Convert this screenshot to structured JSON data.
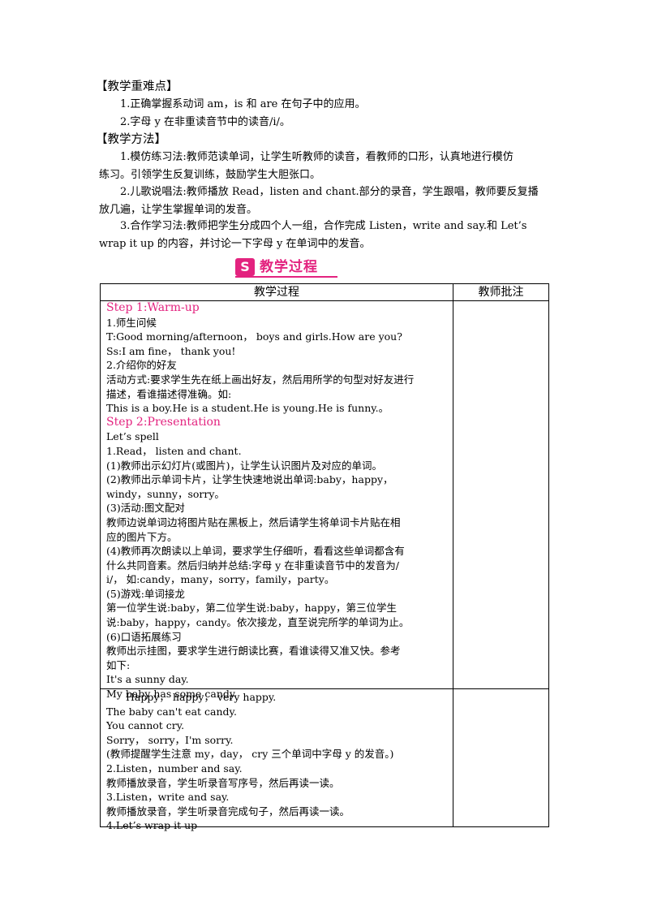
{
  "difficulty": {
    "heading": "【教学重难点】",
    "items": [
      "1.正确掌握系动词 am，is 和 are  在句子中的应用。",
      "2.字母 y 在非重读音节中的读音/i/。"
    ]
  },
  "methods": {
    "heading": "【教学方法】",
    "paragraphs": [
      [
        "1.模仿练习法:教师范读单词，让学生听教师的读音，看教师的口形，认真地进行模仿",
        "练习。引领学生反复训练，鼓励学生大胆张口。"
      ],
      [
        "2.儿歌说唱法:教师播放 Read，listen and chant.部分的录音，学生跟唱，教师要反复播",
        "放几遍，让学生掌握单词的发音。"
      ],
      [
        "3.合作学习法:教师把学生分成四个人一组，合作完成 Listen，write and say.和 Let’s",
        "wrap it up 的内容，并讨论一下字母 y 在单词中的发音。"
      ]
    ]
  },
  "banner": {
    "icon": "S",
    "title": "教学过程",
    "accent": "#e3237f"
  },
  "table": {
    "col1_header": "教学过程",
    "col2_header": "教师批注",
    "row1_lines": [
      "Step 1:Warm-up",
      "1.师生问候",
      "T:Good morning/afternoon，  boys and girls.How are you?",
      "Ss:I am fine，  thank you!",
      "2.介绍你的好友",
      "活动方式:要求学生先在纸上画出好友，然后用所学的句型对好友进行",
      "描述，看谁描述得准确。如:",
      "This is a boy.He is a student.He is young.He is funny.。",
      "Step 2:Presentation",
      "Let’s spell",
      "1.Read，  listen and chant.",
      "(1)教师出示幻灯片(或图片)，让学生认识图片及对应的单词。",
      "(2)教师出示单词卡片，让学生快速地说出单词:baby，happy，",
      "windy，sunny，sorry。",
      "(3)活动:图文配对",
      "教师边说单词边将图片贴在黑板上，然后请学生将单词卡片贴在相",
      "应的图片下方。",
      "(4)教师再次朗读以上单词，要求学生仔细听，看看这些单词都含有",
      "什么共同音素。然后归纳并总结:字母 y 在非重读音节中的发音为/",
      "i/，  如:candy，many，sorry，family，party。",
      "(5)游戏:单词接龙",
      "第一位学生说:baby，第二位学生说:baby，happy，第三位学生",
      "说:baby，happy，candy。依次接龙，直至说完所学的单词为止。",
      "(6)口语拓展练习",
      "教师出示挂图，要求学生进行朗读比赛，看谁读得又准又快。参考",
      "如下:",
      "It's a sunny day.",
      "My baby has some candy."
    ],
    "row2_lines": [
      "Happy，  happy，  very happy.",
      "The baby can't eat candy.",
      "You cannot cry.",
      "Sorry，  sorry，I'm sorry.",
      "(教师提醒学生注意 my，day，  cry 三个单词中字母 y 的发音。)",
      "2.Listen，number and say.",
      "教师播放录音，学生听录音写序号，然后再读一读。",
      "3.Listen，write and say.",
      "教师播放录音，学生听录音完成句子，然后再读一读。",
      "4.Let’s wrap it up"
    ]
  }
}
